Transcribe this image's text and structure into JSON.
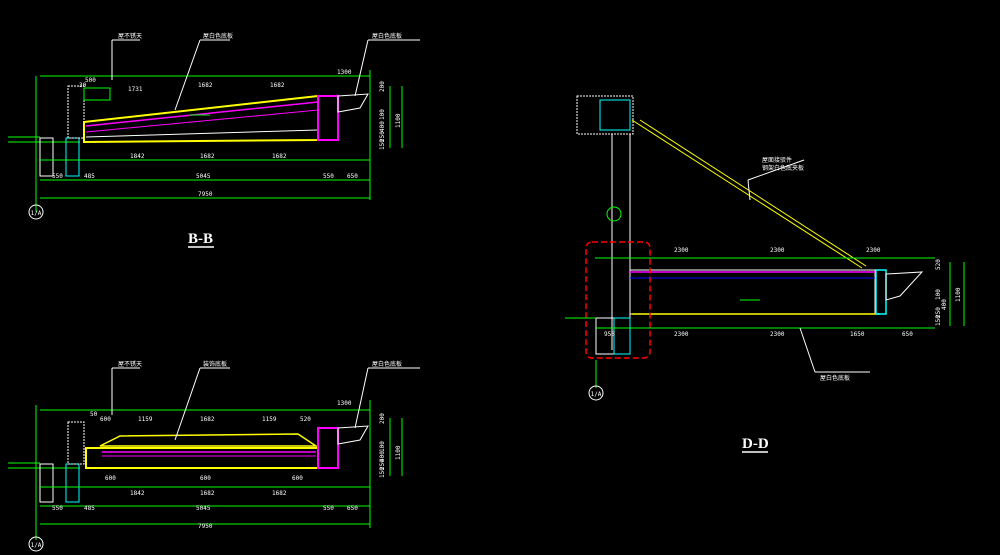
{
  "colors": {
    "background": "#000000",
    "dimension": "#00ff00",
    "wall": "#ffffff",
    "slab": "#ffff00",
    "inner": "#ff00ff",
    "glass": "#00ffff",
    "highlight": "#ff0000",
    "note": "#ffffff"
  },
  "section_bb": {
    "title": "B-B",
    "axis_label": "1/A",
    "note_left": "屋不锈天",
    "note_mid": "屋白色底板",
    "note_right": "屋白色底板",
    "dims_top": [
      "30",
      "500",
      "1731",
      "1682",
      "1682",
      "1300"
    ],
    "dims_bottom": [
      "1842",
      "1682",
      "1682"
    ],
    "dims_total": [
      "550",
      "485",
      "5045",
      "550",
      "650"
    ],
    "overall": "7950",
    "dims_right": [
      "200",
      "100",
      "400",
      "250",
      "1100",
      "150"
    ]
  },
  "section_cc": {
    "axis_label": "1/A",
    "note_left": "屋不锈天",
    "note_mid": "装饰底板",
    "note_right": "屋白色底板",
    "dims_top": [
      "50",
      "600",
      "1159",
      "1682",
      "1159",
      "520",
      "1300"
    ],
    "dims_mid": [
      "600",
      "600",
      "600"
    ],
    "dims_bottom": [
      "1842",
      "1682",
      "1682"
    ],
    "dims_total": [
      "550",
      "485",
      "5045",
      "550",
      "650"
    ],
    "overall": "7950",
    "dims_right": [
      "200",
      "100",
      "400",
      "250",
      "1100",
      "150"
    ]
  },
  "section_dd": {
    "title": "D-D",
    "axis_label": "1/A",
    "note_1": "屋面接驳件",
    "note_2": "钢架白色底夹板",
    "note_bottom": "屋白色底板",
    "dims_top": [
      "2300",
      "2300",
      "2300"
    ],
    "dims_bottom": [
      "950",
      "2300",
      "2300",
      "1650",
      "650"
    ],
    "dims_right": [
      "520",
      "100",
      "400",
      "250",
      "1100",
      "150"
    ]
  }
}
